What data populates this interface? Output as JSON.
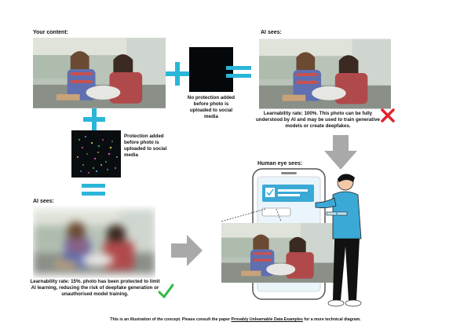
{
  "labels": {
    "your_content": "Your content:",
    "ai_sees_top": "AI sees:",
    "ai_sees_bottom": "AI sees:",
    "human_eye_sees": "Human eye sees:"
  },
  "no_protection_text": "No protection added before photo is uploaded to social media",
  "protection_text": "Protection added before photo is uploaded to social media",
  "learnability_top": "Learnability rate: 100%. This photo can be fully understood by AI and may be used to train generative models or create deepfakes.",
  "learnability_bottom": "Learnability rate: 15%. photo has been protected to limit AI learning, reducing the risk of deepfake generation or unauthorised model training.",
  "footer": {
    "prefix": "This is an illustration of the concept. Please consult the paper ",
    "link": "Provably Unlearnable Data Examples",
    "suffix": " for a more technical diagram."
  },
  "colors": {
    "plus_equals": "#2bb6d8",
    "arrow_gray": "#a9a9a9",
    "cross_red": "#e0242b",
    "check_green": "#2fb845",
    "person_shirt": "#3aa9d6"
  },
  "icons": [
    "plus-icon",
    "equals-icon",
    "arrow-down-icon",
    "arrow-right-icon",
    "cross-icon",
    "check-icon",
    "smartphone-icon"
  ]
}
